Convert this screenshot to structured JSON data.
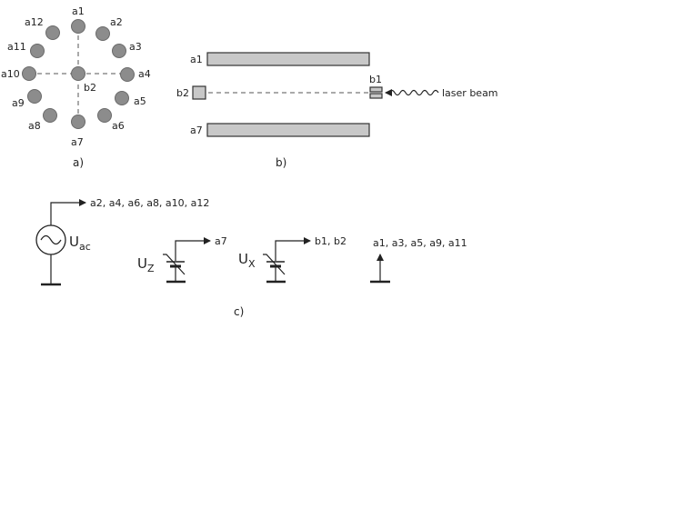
{
  "panel_a": {
    "caption": "a)",
    "electrodes": [
      "a1",
      "a2",
      "a3",
      "a4",
      "a5",
      "a6",
      "a7",
      "a8",
      "a9",
      "a10",
      "a11",
      "a12"
    ],
    "center_label": "b2"
  },
  "panel_b": {
    "caption": "b)",
    "rod_top_label": "a1",
    "rod_bottom_label": "a7",
    "left_label": "b2",
    "right_label": "b1",
    "beam_label": "laser beam"
  },
  "panel_c": {
    "caption": "c)",
    "ac_source": {
      "symbol": "U",
      "subscript": "ac",
      "targets": "a2, a4, a6, a8, a10, a12"
    },
    "dc_z": {
      "symbol": "U",
      "subscript": "Z",
      "targets": "a7"
    },
    "dc_x": {
      "symbol": "U",
      "subscript": "X",
      "targets": "b1, b2"
    },
    "ground": {
      "targets": "a1, a3, a5, a9, a11"
    }
  }
}
